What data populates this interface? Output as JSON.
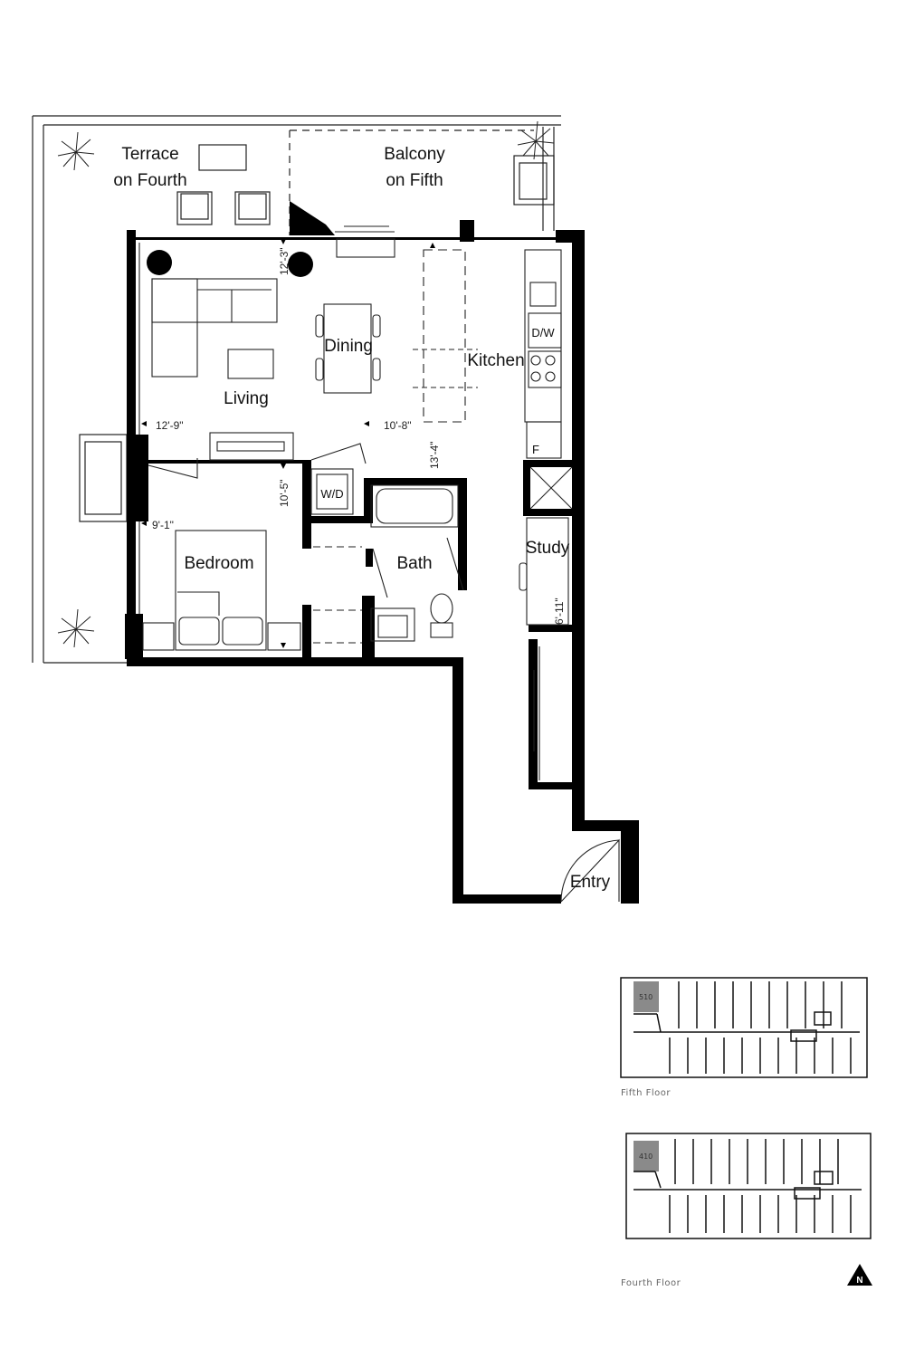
{
  "rooms": {
    "terrace": [
      "Terrace",
      "on Fourth"
    ],
    "balcony": [
      "Balcony",
      "on Fifth"
    ],
    "living": "Living",
    "dining": "Dining",
    "kitchen": "Kitchen",
    "bedroom": "Bedroom",
    "bath": "Bath",
    "study": "Study",
    "entry": "Entry"
  },
  "appliances": {
    "dishwasher": "D/W",
    "washer_dryer": "W/D",
    "fridge": "F"
  },
  "dimensions": {
    "living_width": "12'-9\"",
    "dining_width": "10'-8\"",
    "living_depth": "12'-3\"",
    "kitchen_depth": "13'-4\"",
    "bedroom_depth": "10'-5\"",
    "bedroom_width": "9'-1\"",
    "study_depth": "6'-11\""
  },
  "key_plans": {
    "fifth": {
      "caption": "Fifth Floor",
      "unit": "510"
    },
    "fourth": {
      "caption": "Fourth Floor",
      "unit": "410"
    }
  },
  "north_arrow": {
    "label": "N",
    "icon": "north-arrow-icon"
  },
  "colors": {
    "wall": "#000000",
    "line": "#222222",
    "highlight": "#8a8a8a"
  }
}
